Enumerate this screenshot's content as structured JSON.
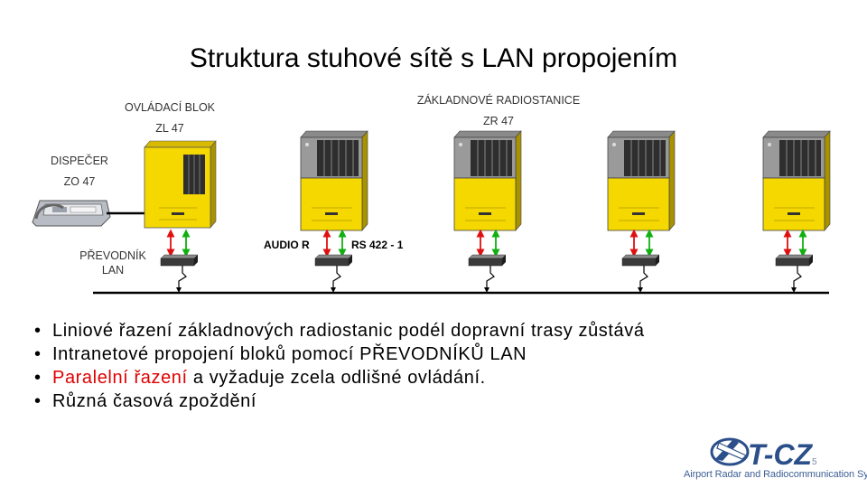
{
  "slide": {
    "title": "Struktura stuhové sítě s LAN propojením"
  },
  "diagram": {
    "control_block_label": "OVLÁDACÍ BLOK",
    "control_block_code": "ZL 47",
    "base_stations_label": "ZÁKLADNOVÉ RADIOSTANICE",
    "base_stations_code": "ZR 47",
    "dispatcher_label": "DISPEČER",
    "dispatcher_code": "ZO 47",
    "converter_label_line1": "PŘEVODNÍK",
    "converter_label_line2": "LAN",
    "audio_label": "AUDIO R",
    "rs_label": "RS 422 - 1",
    "colors": {
      "unit_yellow": "#f5d800",
      "arrow_red": "#e01010",
      "arrow_green": "#10b010",
      "cable": "#000000"
    }
  },
  "bullets": {
    "item1": "Liniové řazení základnových radiostanic podél dopravní trasy zůstává",
    "item2": "Intranetové propojení bloků pomocí PŘEVODNÍKŮ LAN",
    "item3_red": "Paralelní řazení",
    "item3_rest": " a vyžaduje zcela odlišné ovládání.",
    "item4": "Různá časová zpoždění",
    "bullet_char": "•"
  },
  "footer": {
    "logo_name": "T-CZ",
    "logo_tagline": "Airport Radar and Radiocommunication Systems",
    "page_number": "5"
  }
}
